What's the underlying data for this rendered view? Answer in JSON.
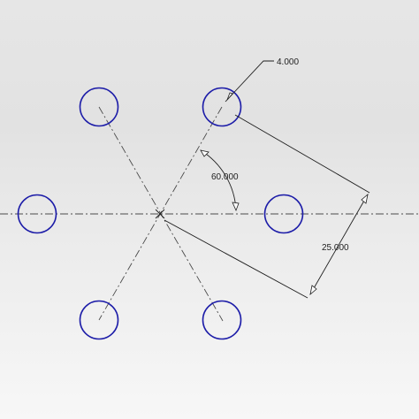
{
  "dimensions": {
    "hole_diameter": "4.000",
    "angle": "60.000",
    "bolt_circle_radius": "25.000"
  },
  "colors": {
    "hole": "#1c1ca8",
    "centerline": "#4a4a4a",
    "dimension": "#1e1e1e"
  },
  "holes": [
    {
      "id": "hole-0deg"
    },
    {
      "id": "hole-60deg"
    },
    {
      "id": "hole-120deg"
    },
    {
      "id": "hole-180deg"
    },
    {
      "id": "hole-240deg"
    },
    {
      "id": "hole-300deg"
    }
  ]
}
